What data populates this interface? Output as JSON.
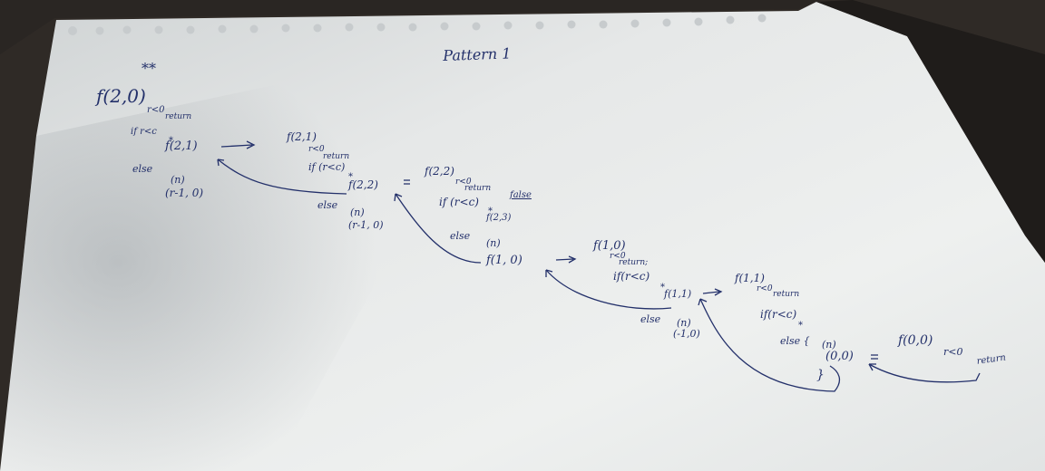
{
  "notes": {
    "title": "Pattern 1",
    "stars": "**",
    "root": {
      "call": "f(2,0)",
      "cond": "r<0",
      "ret": "return",
      "if": "if r<c",
      "star": "*",
      "call2": "f(2,1)",
      "else": "else",
      "n": "(n)",
      "rec": "(r-1, 0)"
    },
    "n1": {
      "call": "f(2,1)",
      "cond": "r<0",
      "ret": "return",
      "if": "if (r<c)",
      "star": "*",
      "call2": "f(2,2)",
      "else": "else",
      "n": "(n)",
      "rec": "(r-1, 0)"
    },
    "n2": {
      "call": "f(2,2)",
      "cond": "r<0",
      "ret": "return",
      "if": "if (r<c)",
      "false": "false",
      "star": "*",
      "call2": "f(2,3)",
      "else": "else",
      "n": "(n)",
      "rec": "f(1, 0)"
    },
    "n3": {
      "call": "f(1,0)",
      "cond": "r<0",
      "ret": "return;",
      "if": "if(r<c)",
      "star": "*",
      "call2": "f(1,1)",
      "else": "else",
      "n": "(n)",
      "rec": "(-1,0)"
    },
    "n4": {
      "call": "f(1,1)",
      "cond": "r<0",
      "ret": "return",
      "if": "if(r<c)",
      "star": "*",
      "else": "else {",
      "n": "(n)",
      "rec": "(0,0)",
      "brace": "}"
    },
    "n5": {
      "call": "f(0,0)",
      "cond": "r<0",
      "ret": "return"
    },
    "arrow": "→",
    "implies": "⇒"
  },
  "colors": {
    "ink": "#23306a",
    "paper": "#e9ebea",
    "shadow": "#b7bcbf",
    "table": "#2a2623"
  }
}
